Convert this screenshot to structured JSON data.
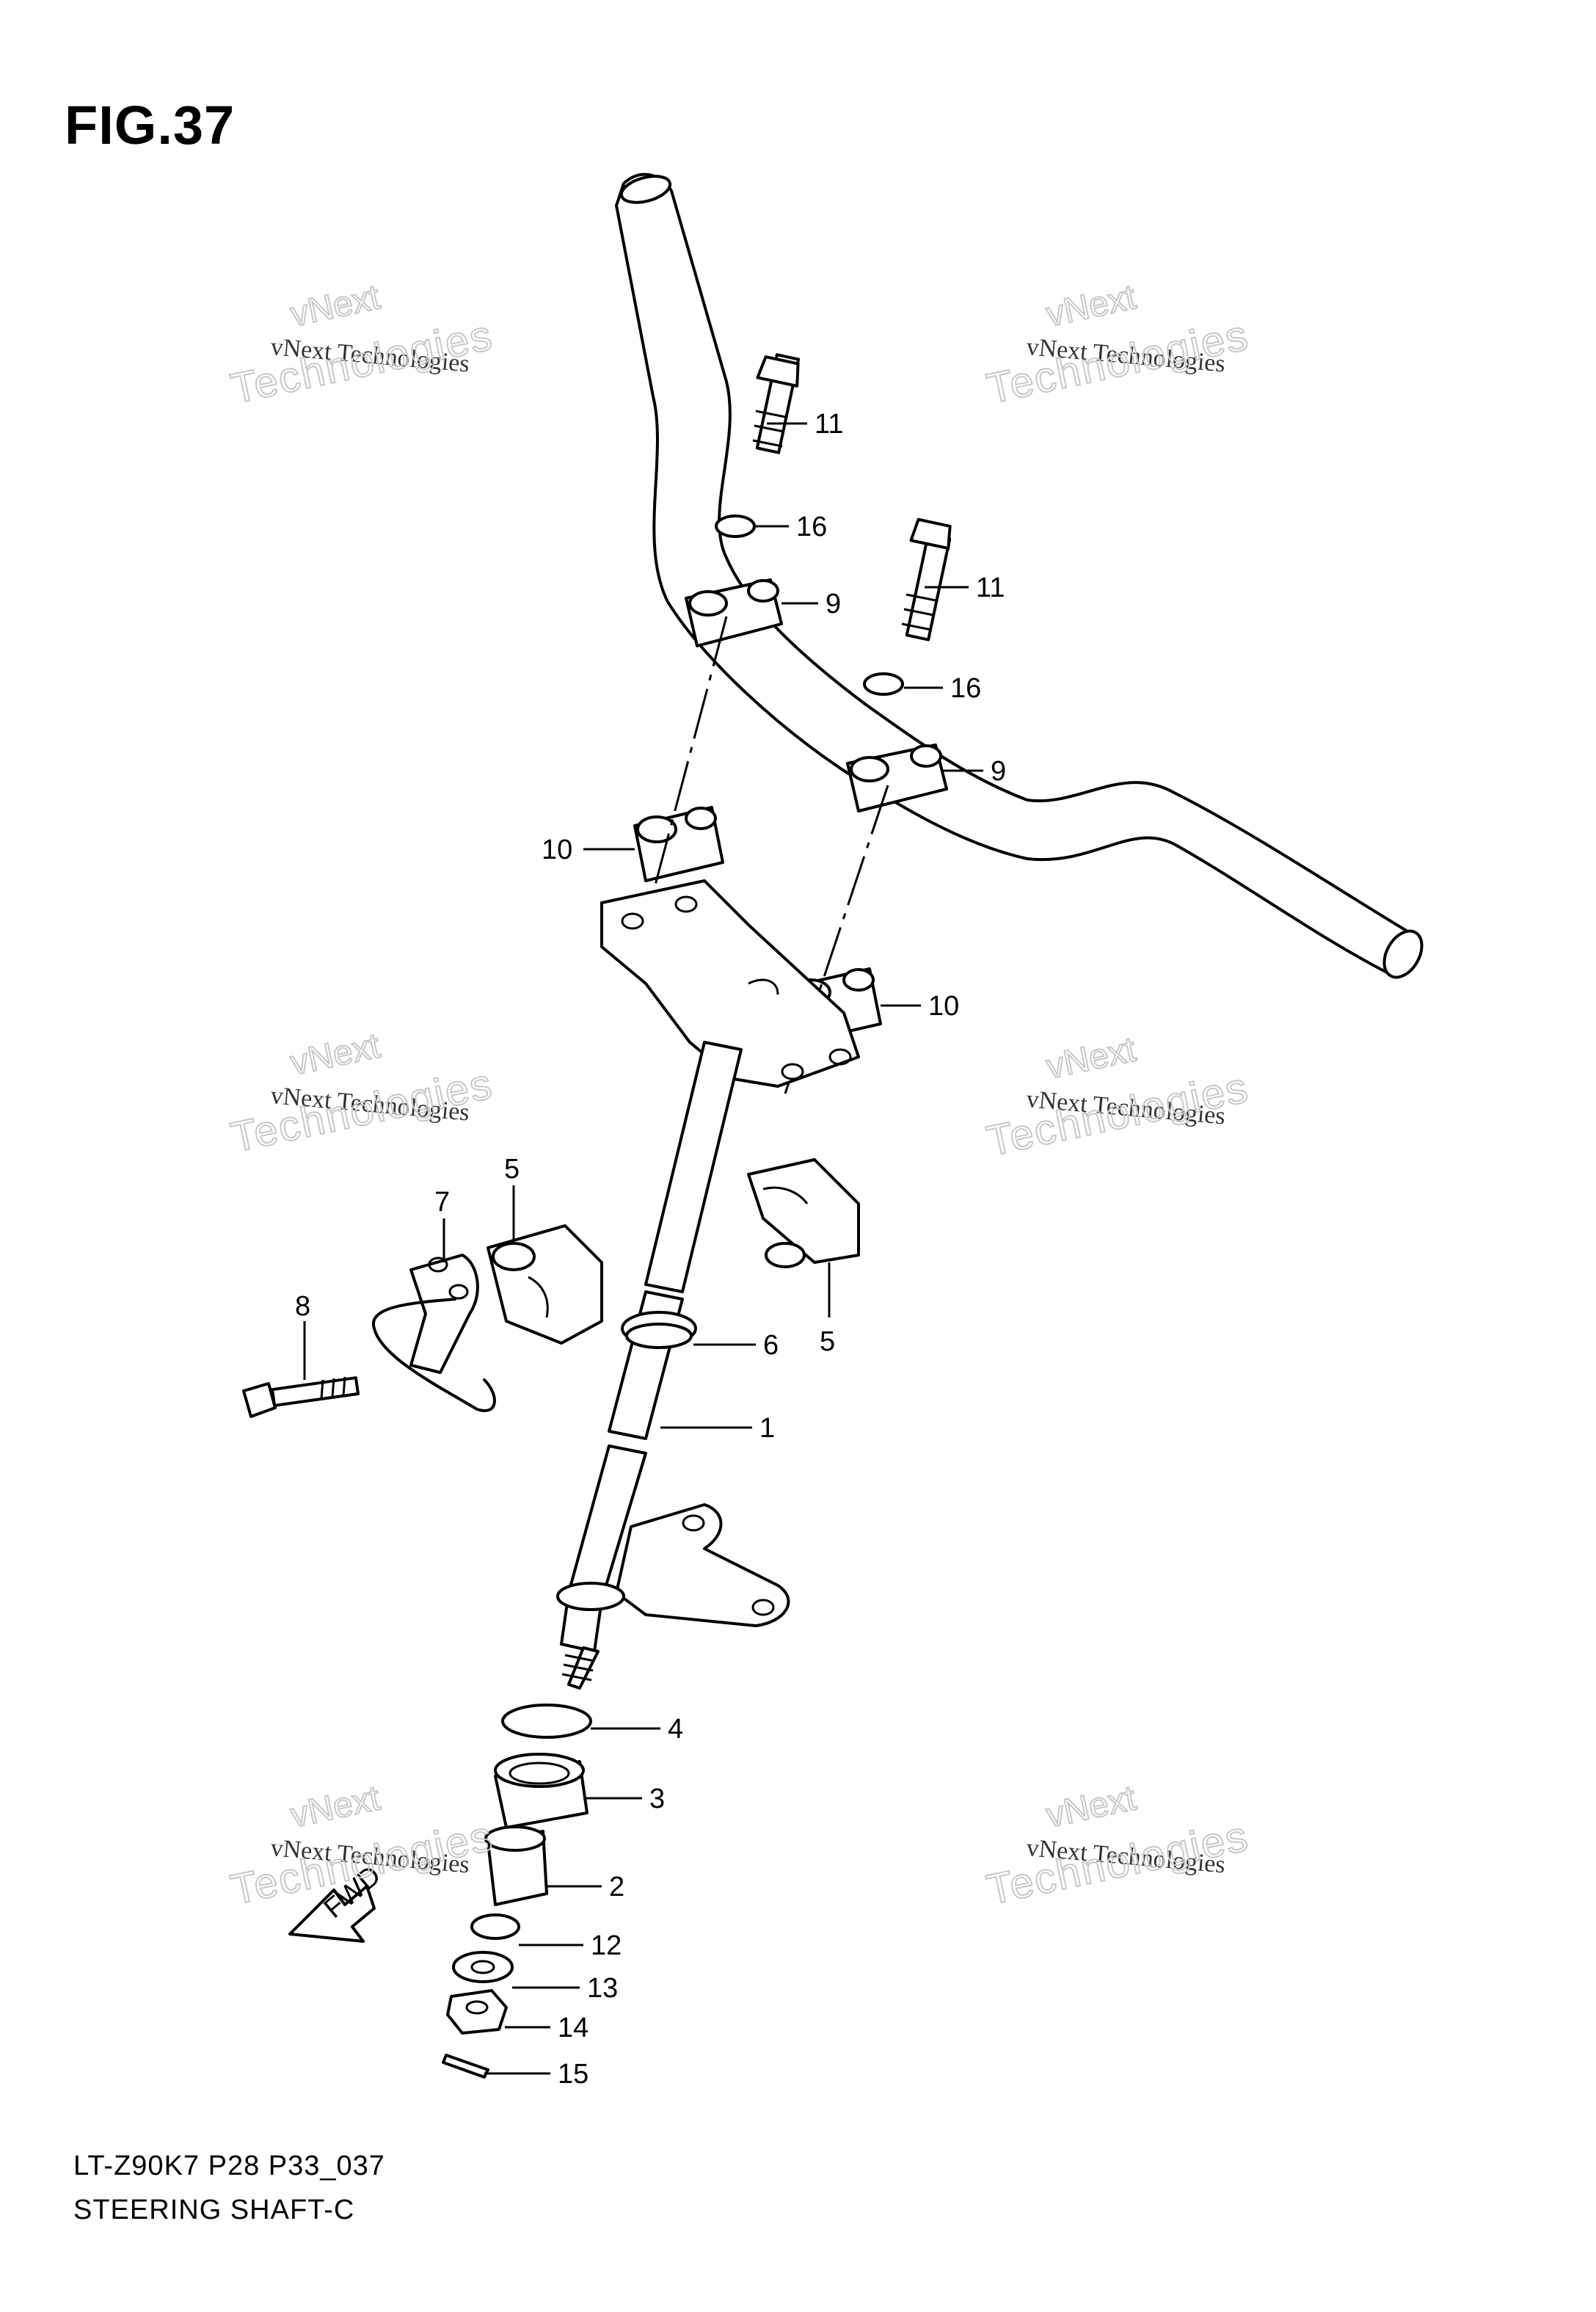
{
  "figure": {
    "title": "FIG.37",
    "model_code": "LT-Z90K7 P28 P33_037",
    "part_name": "STEERING SHAFT-C"
  },
  "watermark": {
    "brand": "vNext",
    "line1": "vNext Technologies",
    "line2": "Technologies"
  },
  "fwd_label": "FWD",
  "callouts": [
    "11",
    "16",
    "9",
    "11",
    "16",
    "9",
    "10",
    "10",
    "7",
    "5",
    "5",
    "8",
    "6",
    "1",
    "4",
    "3",
    "2",
    "12",
    "13",
    "14",
    "15"
  ]
}
